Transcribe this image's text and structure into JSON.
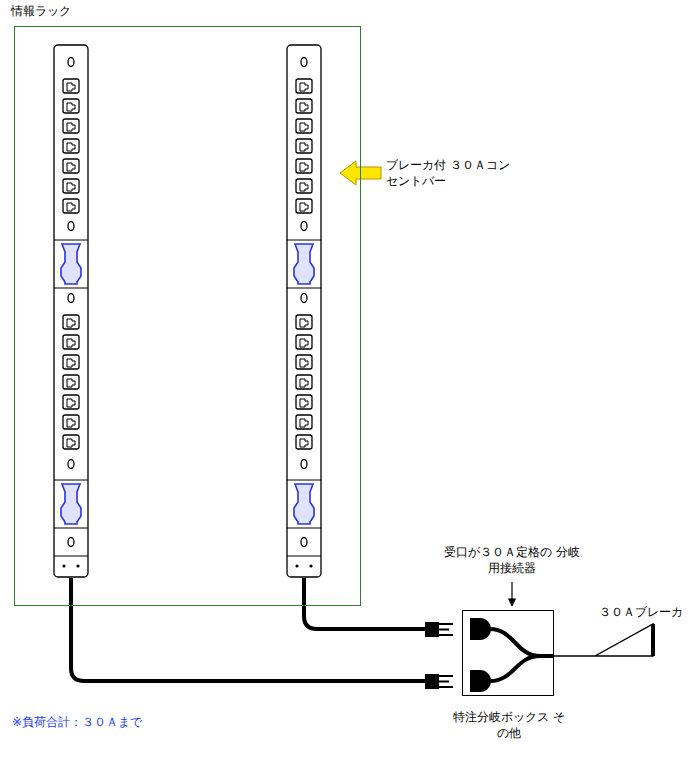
{
  "diagram": {
    "nodes": [
      {
        "text": [
          "情報ラック"
        ]
      },
      {
        "text": [
          "特注分岐ボックス その他"
        ]
      },
      {
        "text": [
          "３０Ａブレーカ"
        ]
      }
    ],
    "edges": [
      {
        "from": 1,
        "to": 2,
        "arrow": "none"
      }
    ],
    "labels": [
      "ブレーカ付 ３０Ａコンセントバー",
      "受口が３０Ａ定格の 分岐用接続器",
      "※負荷合計：３０Ａまで"
    ]
  }
}
